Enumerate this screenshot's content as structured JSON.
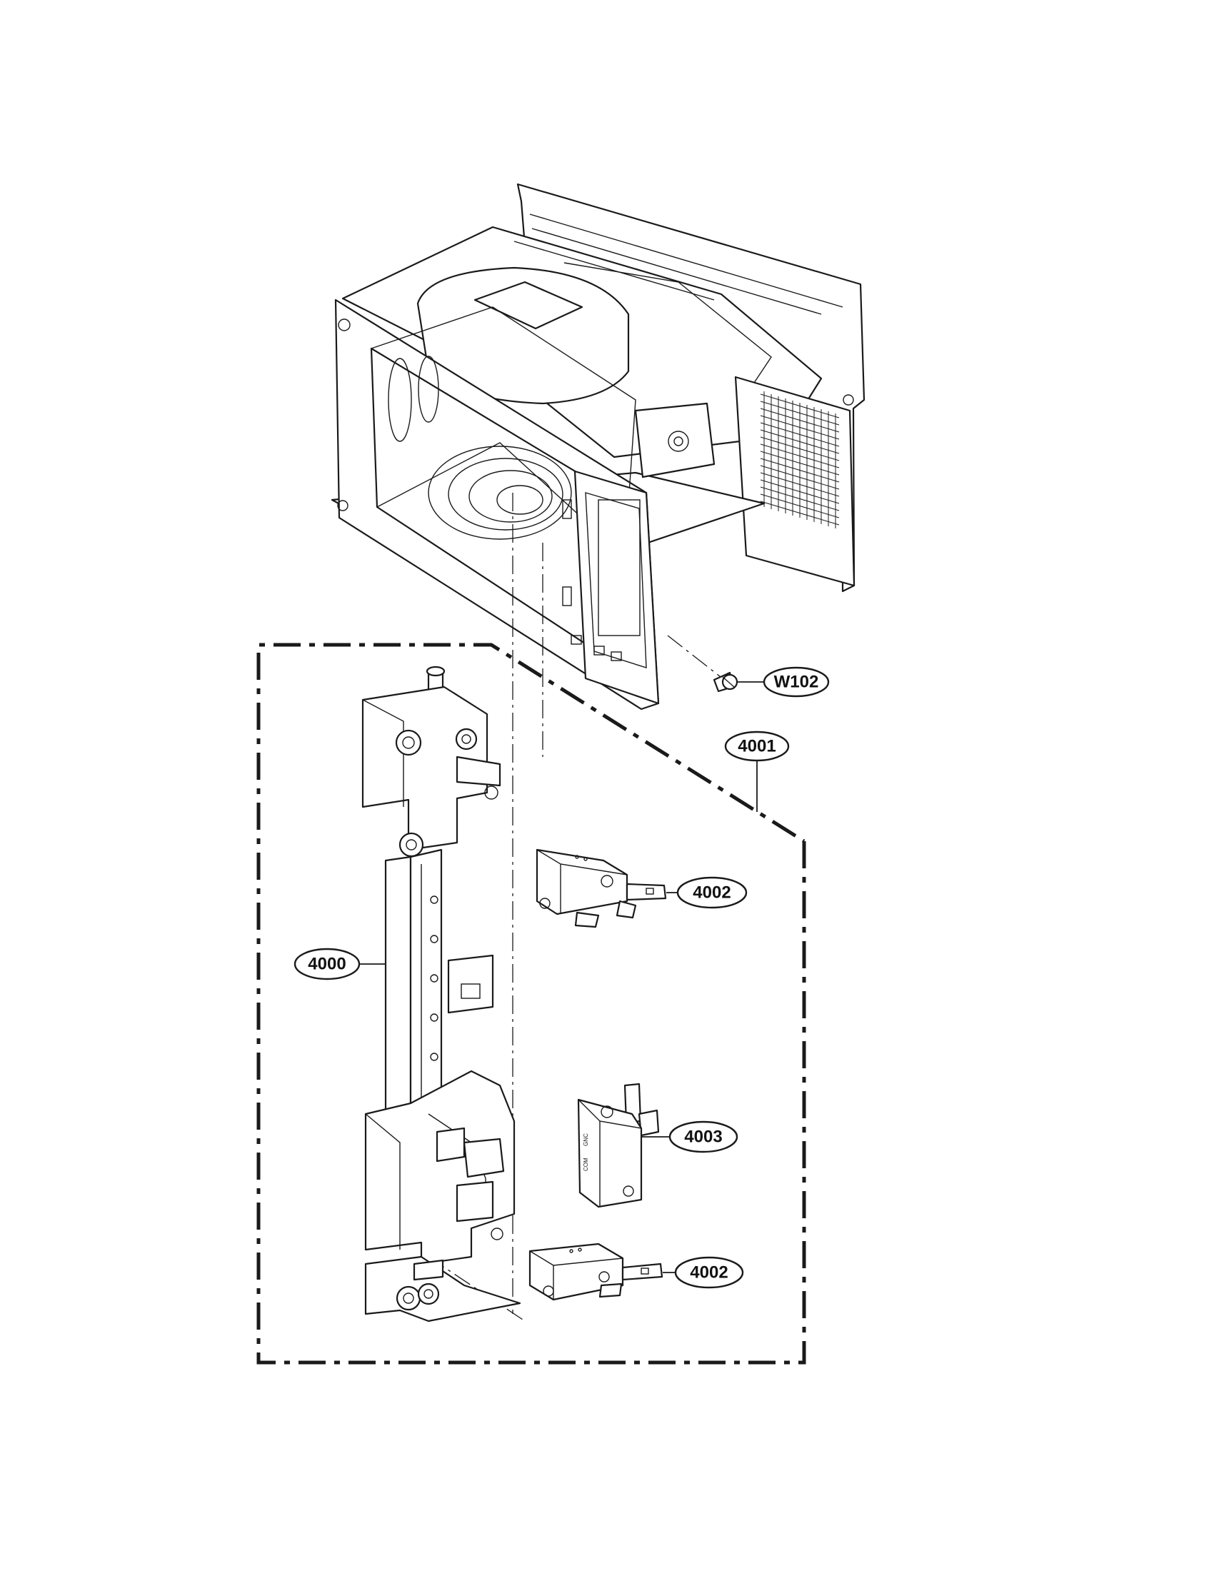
{
  "callouts": [
    {
      "id": "W102",
      "label": "W102"
    },
    {
      "id": "4001",
      "label": "4001"
    },
    {
      "id": "4002a",
      "label": "4002"
    },
    {
      "id": "4000",
      "label": "4000"
    },
    {
      "id": "4003",
      "label": "4003"
    },
    {
      "id": "4002b",
      "label": "4002"
    }
  ],
  "switch_marks": [
    "GNC",
    "COM"
  ],
  "colors": {
    "ink": "#1a1a1a",
    "paper": "#ffffff"
  }
}
